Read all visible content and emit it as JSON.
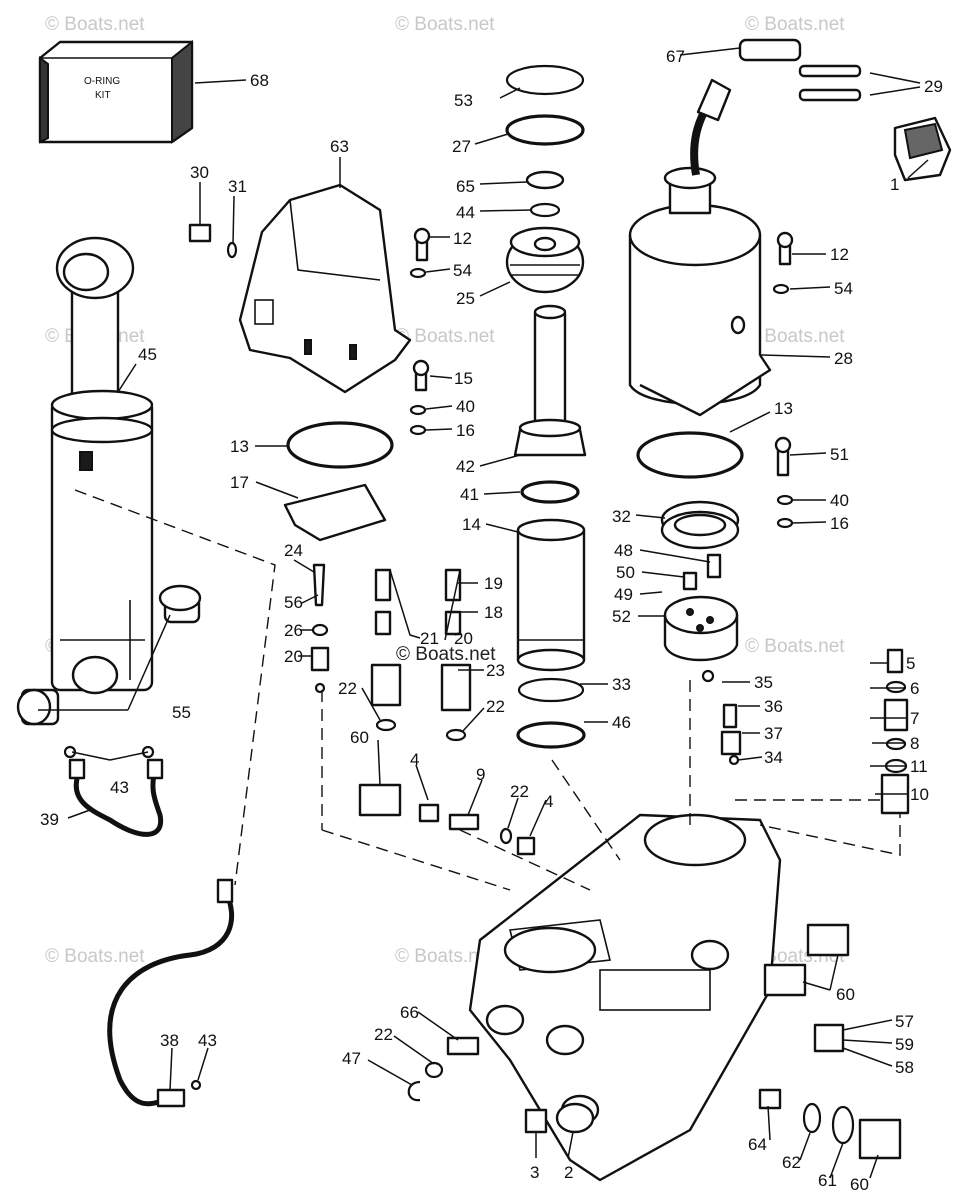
{
  "diagram": {
    "watermark": "© Boats.net",
    "kit_box_text": [
      "O-RING",
      "KIT"
    ],
    "parts": [
      "1",
      "2",
      "3",
      "4",
      "5",
      "6",
      "7",
      "8",
      "9",
      "10",
      "11",
      "12",
      "13",
      "14",
      "15",
      "16",
      "17",
      "18",
      "19",
      "20",
      "21",
      "22",
      "23",
      "24",
      "25",
      "26",
      "27",
      "28",
      "29",
      "30",
      "31",
      "32",
      "33",
      "34",
      "35",
      "36",
      "37",
      "38",
      "39",
      "40",
      "41",
      "42",
      "43",
      "44",
      "45",
      "46",
      "47",
      "48",
      "49",
      "50",
      "51",
      "52",
      "53",
      "54",
      "55",
      "56",
      "57",
      "58",
      "59",
      "60",
      "61",
      "62",
      "63",
      "64",
      "65",
      "66",
      "67",
      "68"
    ]
  }
}
